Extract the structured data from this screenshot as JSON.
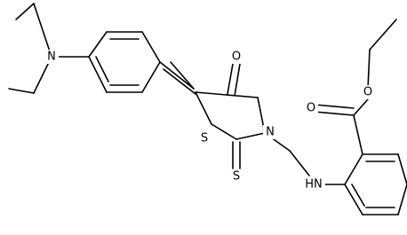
{
  "molecule": {
    "atoms": {
      "N_amine": "N",
      "O_carbonyl": "O",
      "S_ring": "S",
      "N_ring": "N",
      "S_thione": "S",
      "NH_link": "HN",
      "O_ester_carbonyl": "O",
      "O_ester": "O"
    }
  },
  "colors": {
    "bond": "#000000",
    "background": "#ffffff"
  }
}
